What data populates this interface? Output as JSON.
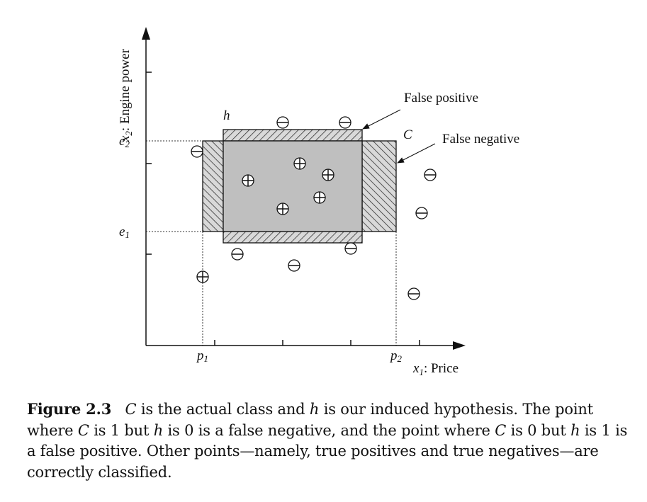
{
  "figure": {
    "y_axis_label_var": "x",
    "y_axis_label_sub": "2",
    "y_axis_label_text": ": Engine power",
    "x_axis_label_var": "x",
    "x_axis_label_sub": "1",
    "x_axis_label_text": ": Price",
    "e2": "e",
    "e2_sub": "2",
    "e1": "e",
    "e1_sub": "1",
    "p1": "p",
    "p1_sub": "1",
    "p2": "p",
    "p2_sub": "2",
    "h_label": "h",
    "c_label": "C",
    "false_positive_label": "False positive",
    "false_negative_label": "False negative",
    "colors": {
      "class_fill": "#bfbfbf",
      "hatch_bg": "#d9d9d9",
      "line": "#111111"
    }
  },
  "caption": {
    "figure_number": "Figure 2.3",
    "parts": [
      {
        "t": "C",
        "i": true
      },
      {
        "t": " is the actual class and "
      },
      {
        "t": "h",
        "i": true
      },
      {
        "t": " is our induced hypothesis. The point where "
      },
      {
        "t": "C",
        "i": true
      },
      {
        "t": " is 1 but "
      },
      {
        "t": "h",
        "i": true
      },
      {
        "t": " is 0 is a false negative, and the point where "
      },
      {
        "t": "C",
        "i": true
      },
      {
        "t": " is 0 but "
      },
      {
        "t": "h",
        "i": true
      },
      {
        "t": " is 1 is a false positive. Other points—namely, true positives and true negatives—are correctly classified."
      }
    ]
  }
}
